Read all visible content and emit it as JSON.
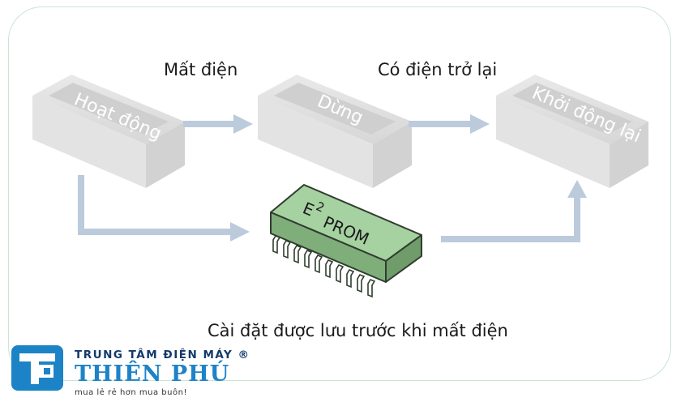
{
  "states": {
    "running": "Hoạt động",
    "stopped": "Dừng",
    "restart": "Khởi động lại"
  },
  "transitions": {
    "power_loss": "Mất điện",
    "power_restored": "Có điện trở lại"
  },
  "chip": {
    "label_e": "E",
    "label_sup": "2",
    "label_prom": "PROM"
  },
  "caption": "Cài đặt được lưu trước khi mất điện",
  "logo": {
    "company": "TRUNG TÂM ĐIỆN MÁY ®",
    "brand": "THIÊN PHÚ",
    "slogan": "mua lẻ rẻ hơn mua buôn!"
  },
  "colors": {
    "box": "#dcdcdc",
    "arrow": "#bccbdc",
    "chip": "#8fc08a",
    "brand_blue": "#1d83c7",
    "brand_navy": "#133a6b"
  }
}
